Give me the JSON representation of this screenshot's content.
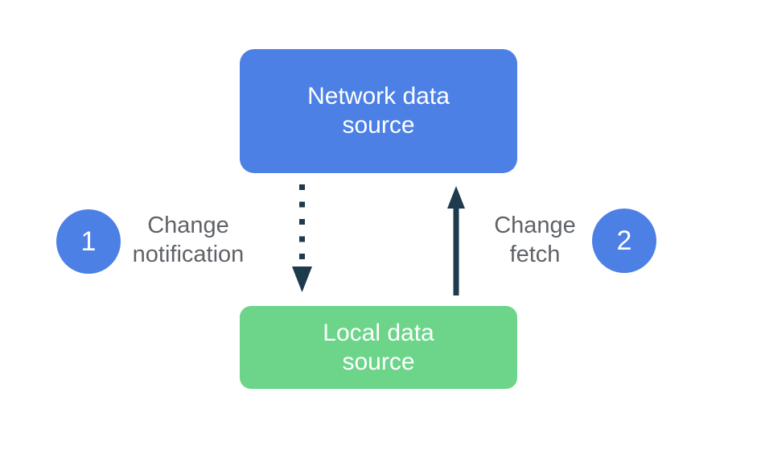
{
  "nodes": {
    "network": {
      "label": "Network data\nsource",
      "color": "#4C80E5",
      "text_color": "#ffffff"
    },
    "local": {
      "label": "Local data\nsource",
      "color": "#6CD58A",
      "text_color": "#ffffff"
    }
  },
  "steps": {
    "step1": {
      "number": "1",
      "label": "Change\nnotification"
    },
    "step2": {
      "number": "2",
      "label": "Change\nfetch"
    }
  },
  "arrows": {
    "change_notification": {
      "style": "dotted",
      "direction": "down",
      "from": "Network data source",
      "to": "Local data source"
    },
    "change_fetch": {
      "style": "solid",
      "direction": "up",
      "from": "Local data source",
      "to": "Network data source"
    }
  },
  "colors": {
    "node_blue": "#4C80E5",
    "node_green": "#6CD58A",
    "badge_blue": "#4C80E5",
    "arrow_dark": "#1E3A4D",
    "label_gray": "#5F6368",
    "background": "#ffffff"
  }
}
